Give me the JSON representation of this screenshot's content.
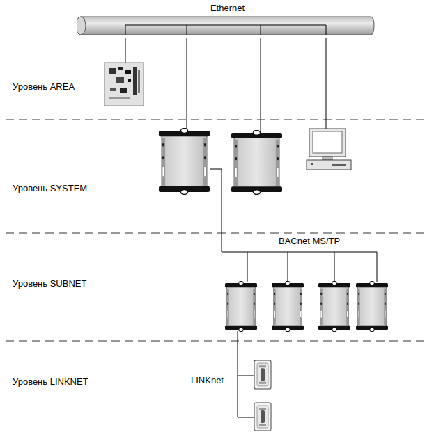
{
  "diagram": {
    "nodes": [
      {
        "text": [
          "Ethernet"
        ]
      }
    ],
    "labels": [
      "Уровень AREA",
      "Уровень SYSTEM",
      "Уровень SUBNET",
      "Уровень LINKNET",
      "BACnet MS/TP",
      "LINKnet"
    ]
  }
}
